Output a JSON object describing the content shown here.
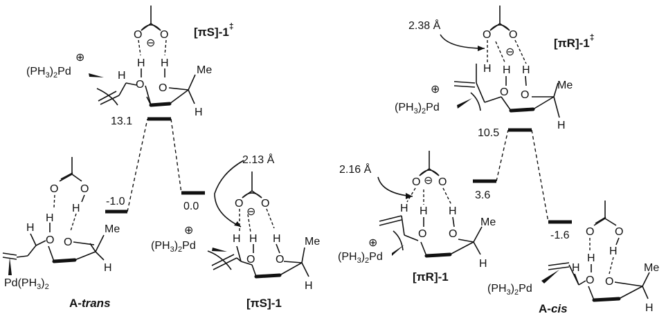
{
  "diagram": {
    "energies": {
      "a_trans": "-1.0",
      "ts_s": "13.1",
      "pi_s": "0.0",
      "pi_r": "3.6",
      "ts_r": "10.5",
      "a_cis": "-1.6"
    },
    "distances": {
      "ts_r": "2.38 Å",
      "pi_s": "2.13 Å",
      "pi_r": "2.16 Å"
    },
    "species": {
      "ts_s": {
        "bracket": "[πS]",
        "suffix": "-1",
        "mark": "‡"
      },
      "ts_r": {
        "bracket": "[πR]",
        "suffix": "-1",
        "mark": "‡"
      },
      "pi_s": {
        "bracket": "[πS]",
        "suffix": "-1"
      },
      "pi_r": {
        "bracket": "[πR]",
        "suffix": "-1"
      },
      "a_trans": {
        "prefix": "A-",
        "italic": "trans"
      },
      "a_cis": {
        "prefix": "A-",
        "italic": "cis"
      }
    },
    "atoms": {
      "pd_group": "(PH",
      "pd_sub": "3",
      "pd_close": ")",
      "pd_close_sub": "2",
      "pd": "Pd",
      "pd_tail": "Pd(PH",
      "oxygen": "O",
      "hydrogen": "H",
      "methyl": "Me",
      "plus": "⊕",
      "minus": "⊖"
    }
  }
}
